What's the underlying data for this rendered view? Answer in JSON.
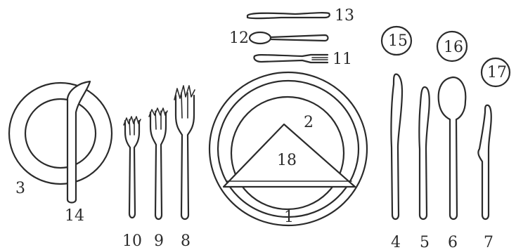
{
  "labels": {
    "l1": "1",
    "l2": "2",
    "l3": "3",
    "l4": "4",
    "l5": "5",
    "l6": "6",
    "l7": "7",
    "l8": "8",
    "l9": "9",
    "l10": "10",
    "l11": "11",
    "l12": "12",
    "l13": "13",
    "l14": "14",
    "l15": "15",
    "l16": "16",
    "l17": "17",
    "l18": "18"
  },
  "colors": {
    "ink": "#2b2b2b",
    "paper": "#ffffff"
  }
}
